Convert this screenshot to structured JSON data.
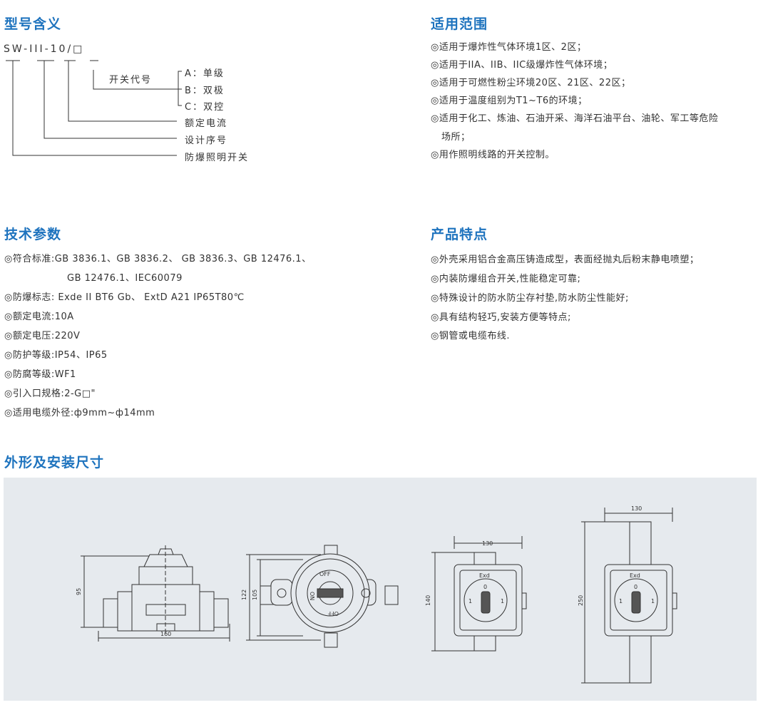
{
  "model": {
    "heading": "型号含义",
    "code": "SW-III-10/□",
    "switch_code_label": "开关代号",
    "options": [
      "A：单级",
      "B：双极",
      "C：双控"
    ],
    "labels": [
      "额定电流",
      "设计序号",
      "防爆照明开关"
    ]
  },
  "scope": {
    "heading": "适用范围",
    "items": [
      "◎适用于爆炸性气体环境1区、2区；",
      "◎适用于IIA、IIB、IIC级爆炸性气体环境；",
      "◎适用于可燃性粉尘环境20区、21区、22区；",
      "◎适用于温度组别为T1~T6的环境；",
      "◎适用于化工、炼油、石油开采、海洋石油平台、油轮、军工等危险",
      "场所；",
      "◎用作照明线路的开关控制。"
    ]
  },
  "tech": {
    "heading": "技术参数",
    "items": [
      "◎符合标准:GB 3836.1、GB 3836.2、 GB 3836.3、GB 12476.1、",
      "GB 12476.1、IEC60079",
      "◎防爆标志: Exde II BT6 Gb、 ExtD A21 IP65T80℃",
      "◎额定电流:10A",
      "◎额定电压:220V",
      "◎防护等级:IP54、IP65",
      "◎防腐等级:WF1",
      "◎引入口规格:2-G□\"",
      "◎适用电缆外径:ф9mm~ф14mm"
    ]
  },
  "features": {
    "heading": "产品特点",
    "items": [
      "◎外壳采用铝合金高压铸造成型，表面经抛丸后粉末静电喷塑；",
      "◎内装防爆组合开关,性能稳定可靠;",
      "◎特殊设计的防水防尘存衬垫,防水防尘性能好;",
      "◎具有结构轻巧,安装方便等特点;",
      "◎钢管或电缆布线."
    ]
  },
  "dimensions": {
    "heading": "外形及安装尺寸",
    "d1_height": "95",
    "d1_width": "160",
    "d2_outer": "122",
    "d2_inner": "105",
    "d2_off_top": "OFF",
    "d2_on": "ON",
    "d2_off_bottom": "OFF",
    "d3_width": "130",
    "d3_height": "140",
    "d3_brand": "Exd",
    "d4_width": "130",
    "d4_height": "250",
    "d4_brand": "Exd",
    "dial_zero": "0",
    "dial_one": "1"
  }
}
